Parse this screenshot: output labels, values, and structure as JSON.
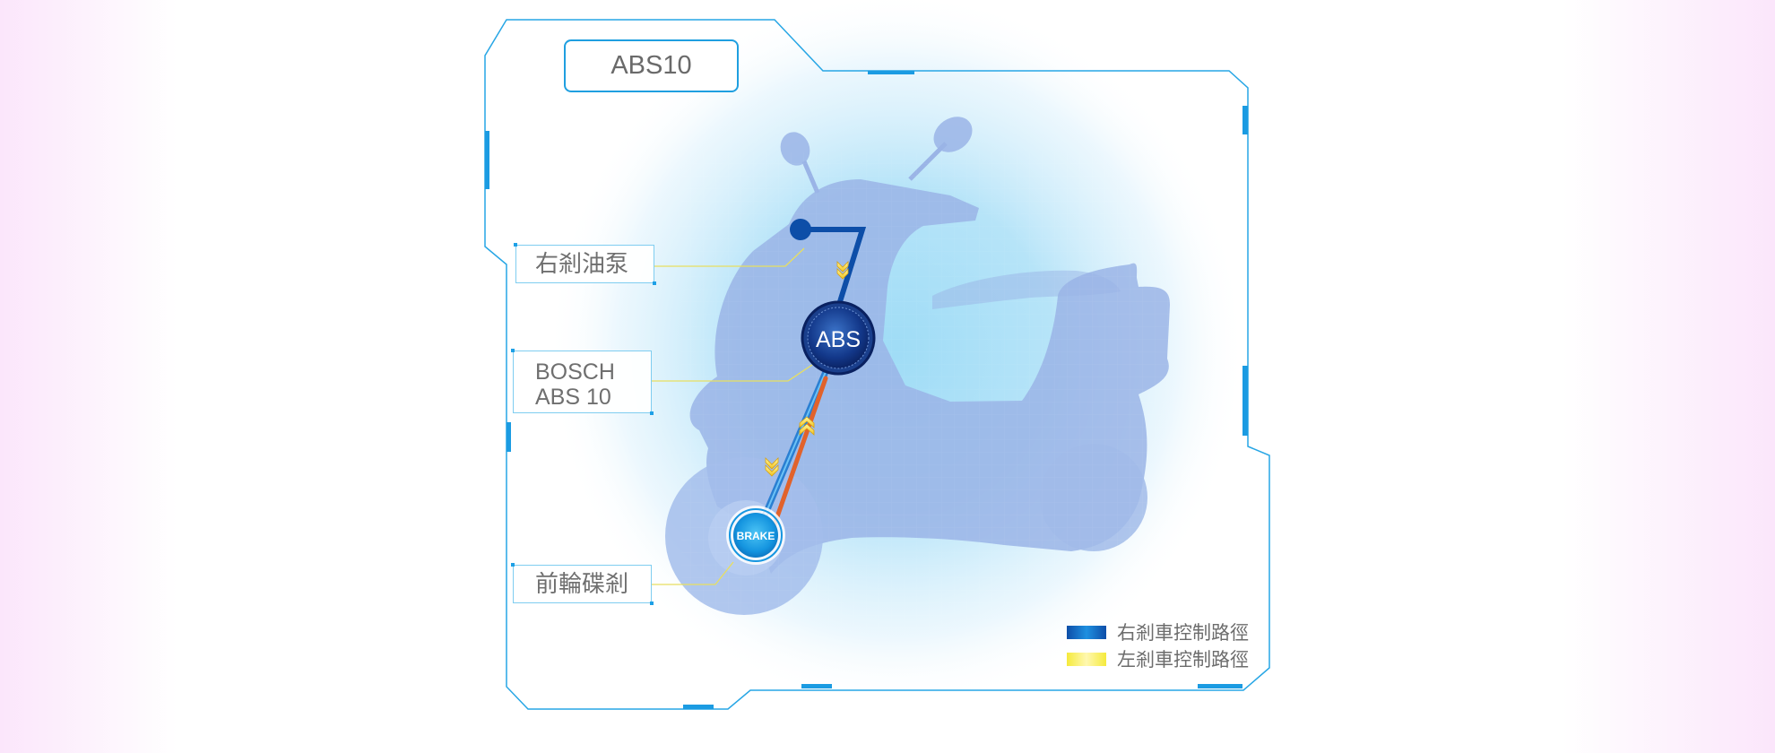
{
  "title": "ABS10",
  "labels": {
    "right_pump": "右剎油泵",
    "bosch_line1": "BOSCH",
    "bosch_line2": "ABS 10",
    "front_disc": "前輪碟剎"
  },
  "nodes": {
    "abs": "ABS",
    "brake": "BRAKE"
  },
  "legend": [
    {
      "label": "右剎車控制路徑",
      "color": "#0d4ea8"
    },
    {
      "label": "左剎車控制路徑",
      "color": "#f5ea3c"
    }
  ],
  "colors": {
    "frame": "#1f9fe0",
    "right_path": "#0d4ea8",
    "left_path": "#e8622a",
    "scooter": "#9ab4e6"
  }
}
